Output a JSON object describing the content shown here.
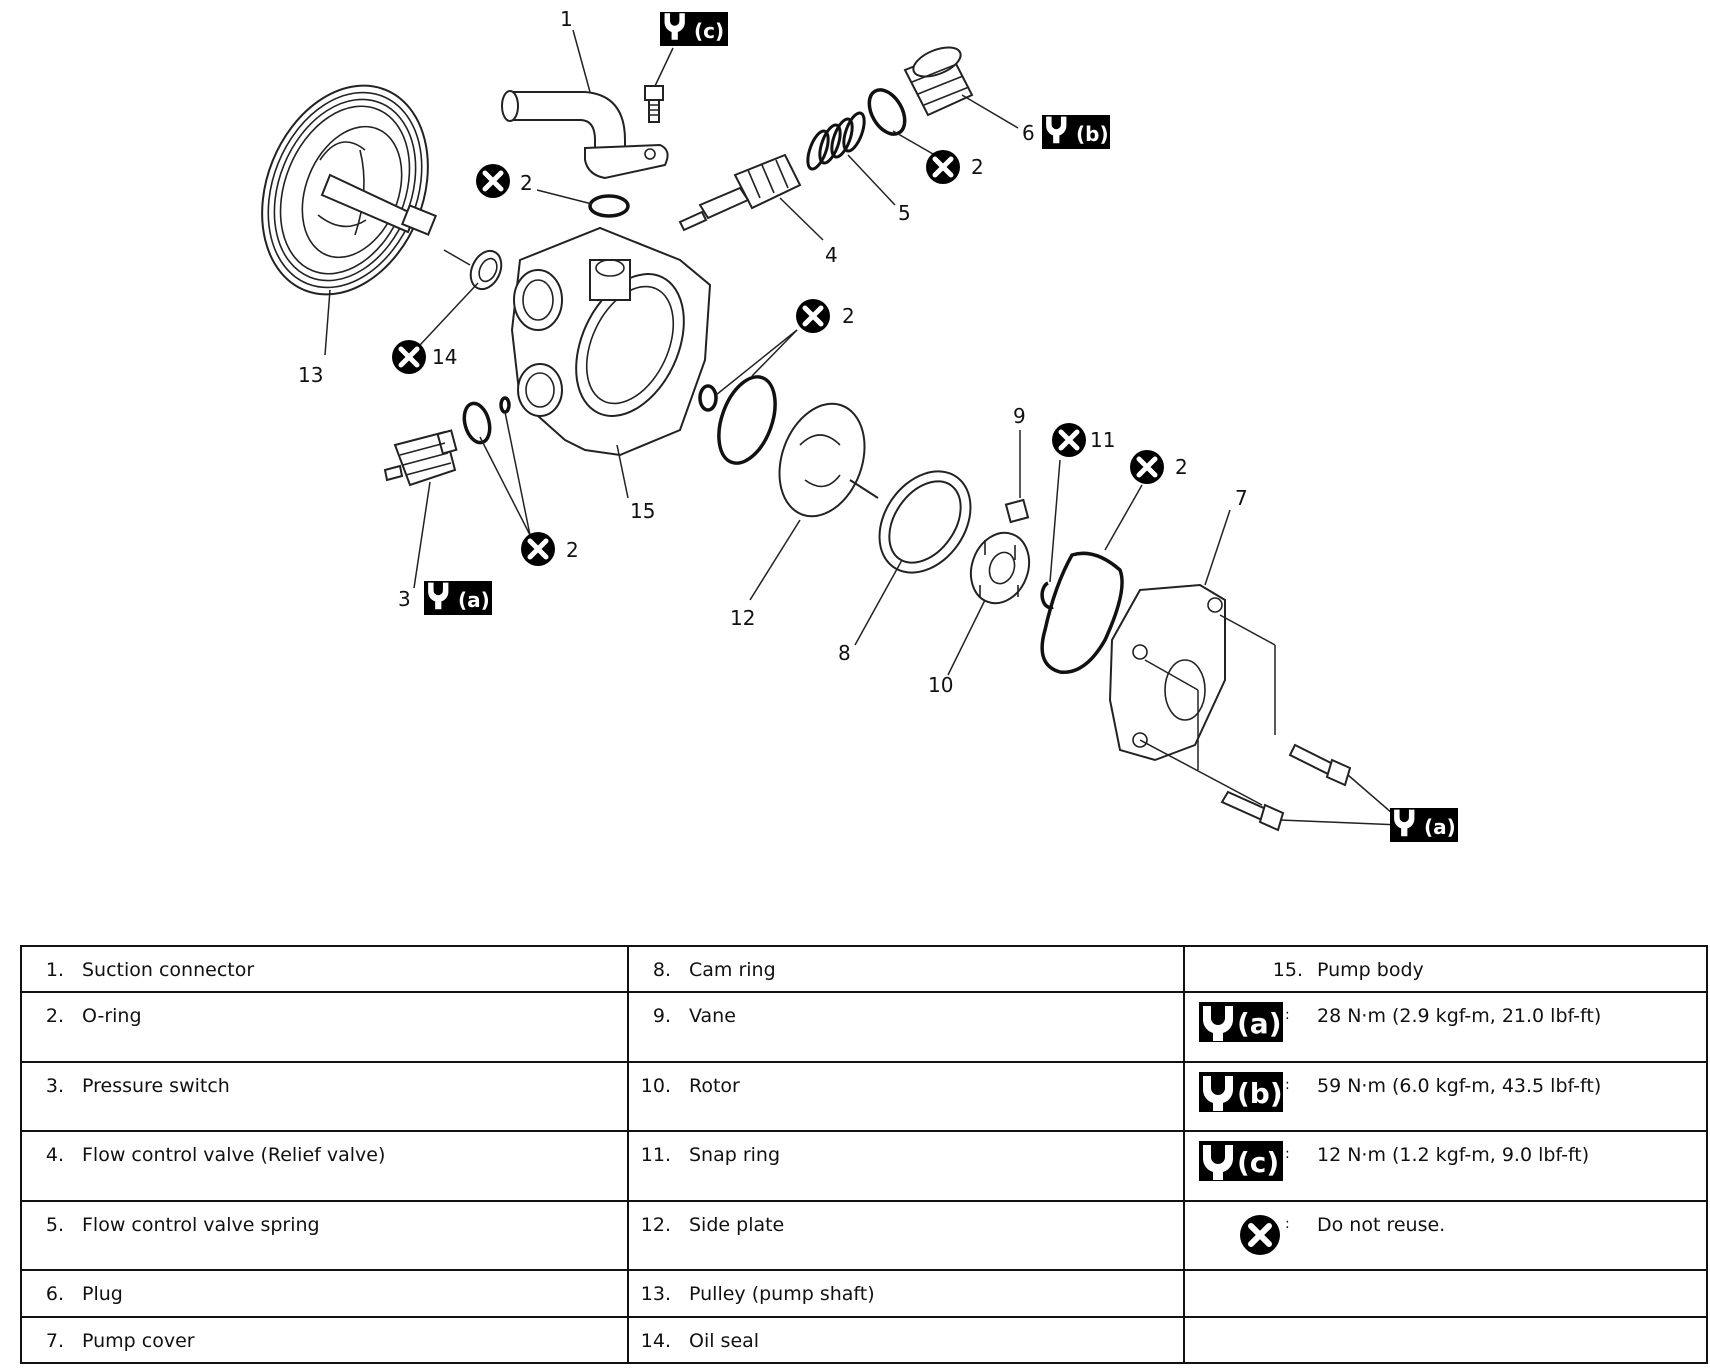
{
  "callouts": {
    "n1": "1",
    "n2": "2",
    "n3": "3",
    "n4": "4",
    "n5": "5",
    "n6": "6",
    "n7": "7",
    "n8": "8",
    "n9": "9",
    "n10": "10",
    "n11": "11",
    "n12": "12",
    "n13": "13",
    "n14": "14",
    "n15": "15"
  },
  "torque_tags": {
    "a": "(a)",
    "b": "(b)",
    "c": "(c)"
  },
  "legend": {
    "col1": [
      {
        "num": "1.",
        "label": "Suction connector"
      },
      {
        "num": "2.",
        "label": "O-ring"
      },
      {
        "num": "3.",
        "label": "Pressure switch"
      },
      {
        "num": "4.",
        "label": "Flow control valve (Relief valve)"
      },
      {
        "num": "5.",
        "label": "Flow control valve spring"
      },
      {
        "num": "6.",
        "label": "Plug"
      },
      {
        "num": "7.",
        "label": "Pump cover"
      }
    ],
    "col2": [
      {
        "num": "8.",
        "label": "Cam ring"
      },
      {
        "num": "9.",
        "label": "Vane"
      },
      {
        "num": "10.",
        "label": "Rotor"
      },
      {
        "num": "11.",
        "label": "Snap ring"
      },
      {
        "num": "12.",
        "label": "Side plate"
      },
      {
        "num": "13.",
        "label": "Pulley (pump shaft)"
      },
      {
        "num": "14.",
        "label": "Oil seal"
      }
    ],
    "col3": {
      "item15": {
        "num": "15.",
        "label": "Pump body"
      },
      "torque_a": {
        "tag": "(a)",
        "value": "28 N·m (2.9 kgf-m, 21.0 lbf-ft)"
      },
      "torque_b": {
        "tag": "(b)",
        "value": "59 N·m (6.0 kgf-m, 43.5 lbf-ft)"
      },
      "torque_c": {
        "tag": "(c)",
        "value": "12 N·m (1.2 kgf-m, 9.0 lbf-ft)"
      },
      "do_not_reuse": "Do not reuse.",
      "colon": ":"
    }
  }
}
